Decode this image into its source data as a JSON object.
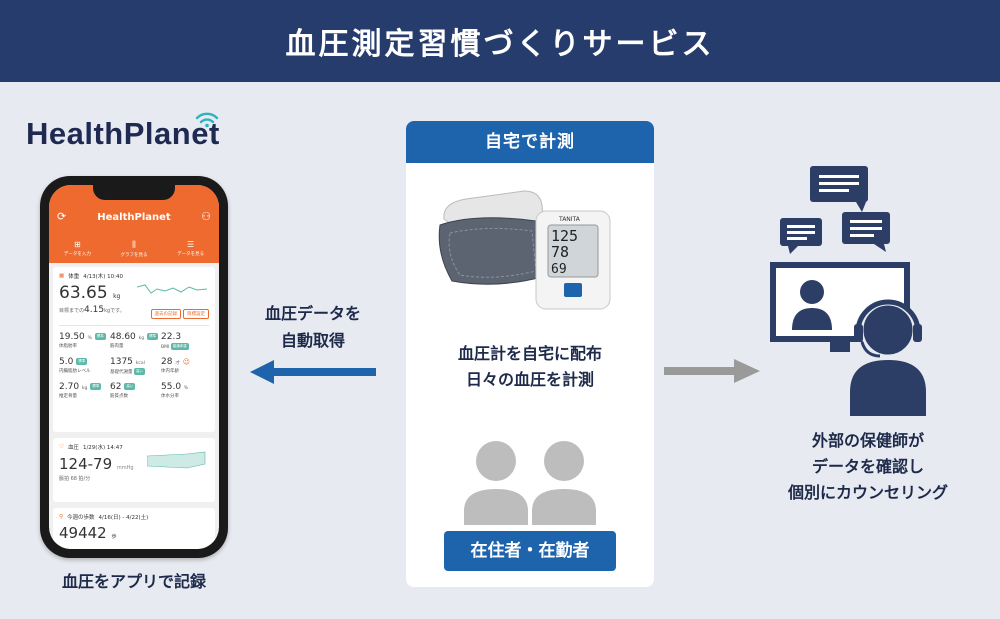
{
  "header": {
    "title": "血圧測定習慣づくりサービス"
  },
  "logo": {
    "text": "HealthPlanet"
  },
  "phone_app": {
    "app_name": "HealthPlanet",
    "tabs": [
      "データを入力",
      "グラフを見る",
      "データを見る"
    ],
    "weight_card": {
      "label": "体重",
      "date": "4/13(木) 10:40",
      "value": "63.65",
      "unit": "kg",
      "target_prefix": "目標までの",
      "target_value": "4.15",
      "target_suffix": "kgです。",
      "buttons": [
        "過去の記録",
        "目標設定"
      ],
      "metrics": [
        {
          "value": "19.50",
          "unit": "%",
          "label": "体脂肪率"
        },
        {
          "value": "48.60",
          "unit": "kg",
          "label": "筋肉量"
        },
        {
          "value": "22.3",
          "unit": "",
          "label": "BMI"
        },
        {
          "value": "5.0",
          "unit": "",
          "label": "内臓脂肪レベル"
        },
        {
          "value": "1375",
          "unit": "kcal",
          "label": "基礎代謝量"
        },
        {
          "value": "28",
          "unit": "才",
          "label": "体内年齢"
        },
        {
          "value": "2.70",
          "unit": "kg",
          "label": "推定骨量"
        },
        {
          "value": "62",
          "unit": "",
          "label": "筋質点数"
        },
        {
          "value": "55.0",
          "unit": "%",
          "label": "体水分率"
        }
      ]
    },
    "bp_card": {
      "label": "血圧",
      "date": "1/29(水) 14:47",
      "value": "124-79",
      "unit": "mmHg",
      "pulse": "脈拍 68 拍/分"
    },
    "steps_card": {
      "label": "今週の歩数",
      "date": "4/16(日) - 4/22(土)",
      "value": "49442",
      "unit": "歩"
    }
  },
  "phone_caption": "血圧をアプリで記録",
  "left_arrow": {
    "line1": "血圧データを",
    "line2": "自動取得"
  },
  "center_panel": {
    "tab": "自宅で計測",
    "line1": "血圧計を自宅に配布",
    "line2": "日々の血圧を計測",
    "badge": "在住者・在勤者"
  },
  "device_display": {
    "sys": "125",
    "dia": "78",
    "pulse": "69",
    "brand": "TANITA"
  },
  "right_text": {
    "line1": "外部の保健師が",
    "line2": "データを確認し",
    "line3": "個別にカウンセリング"
  },
  "colors": {
    "header": "#263c6c",
    "accent_blue": "#1e64ad",
    "app_orange": "#ee6a2e",
    "background": "#e7eaf0"
  }
}
